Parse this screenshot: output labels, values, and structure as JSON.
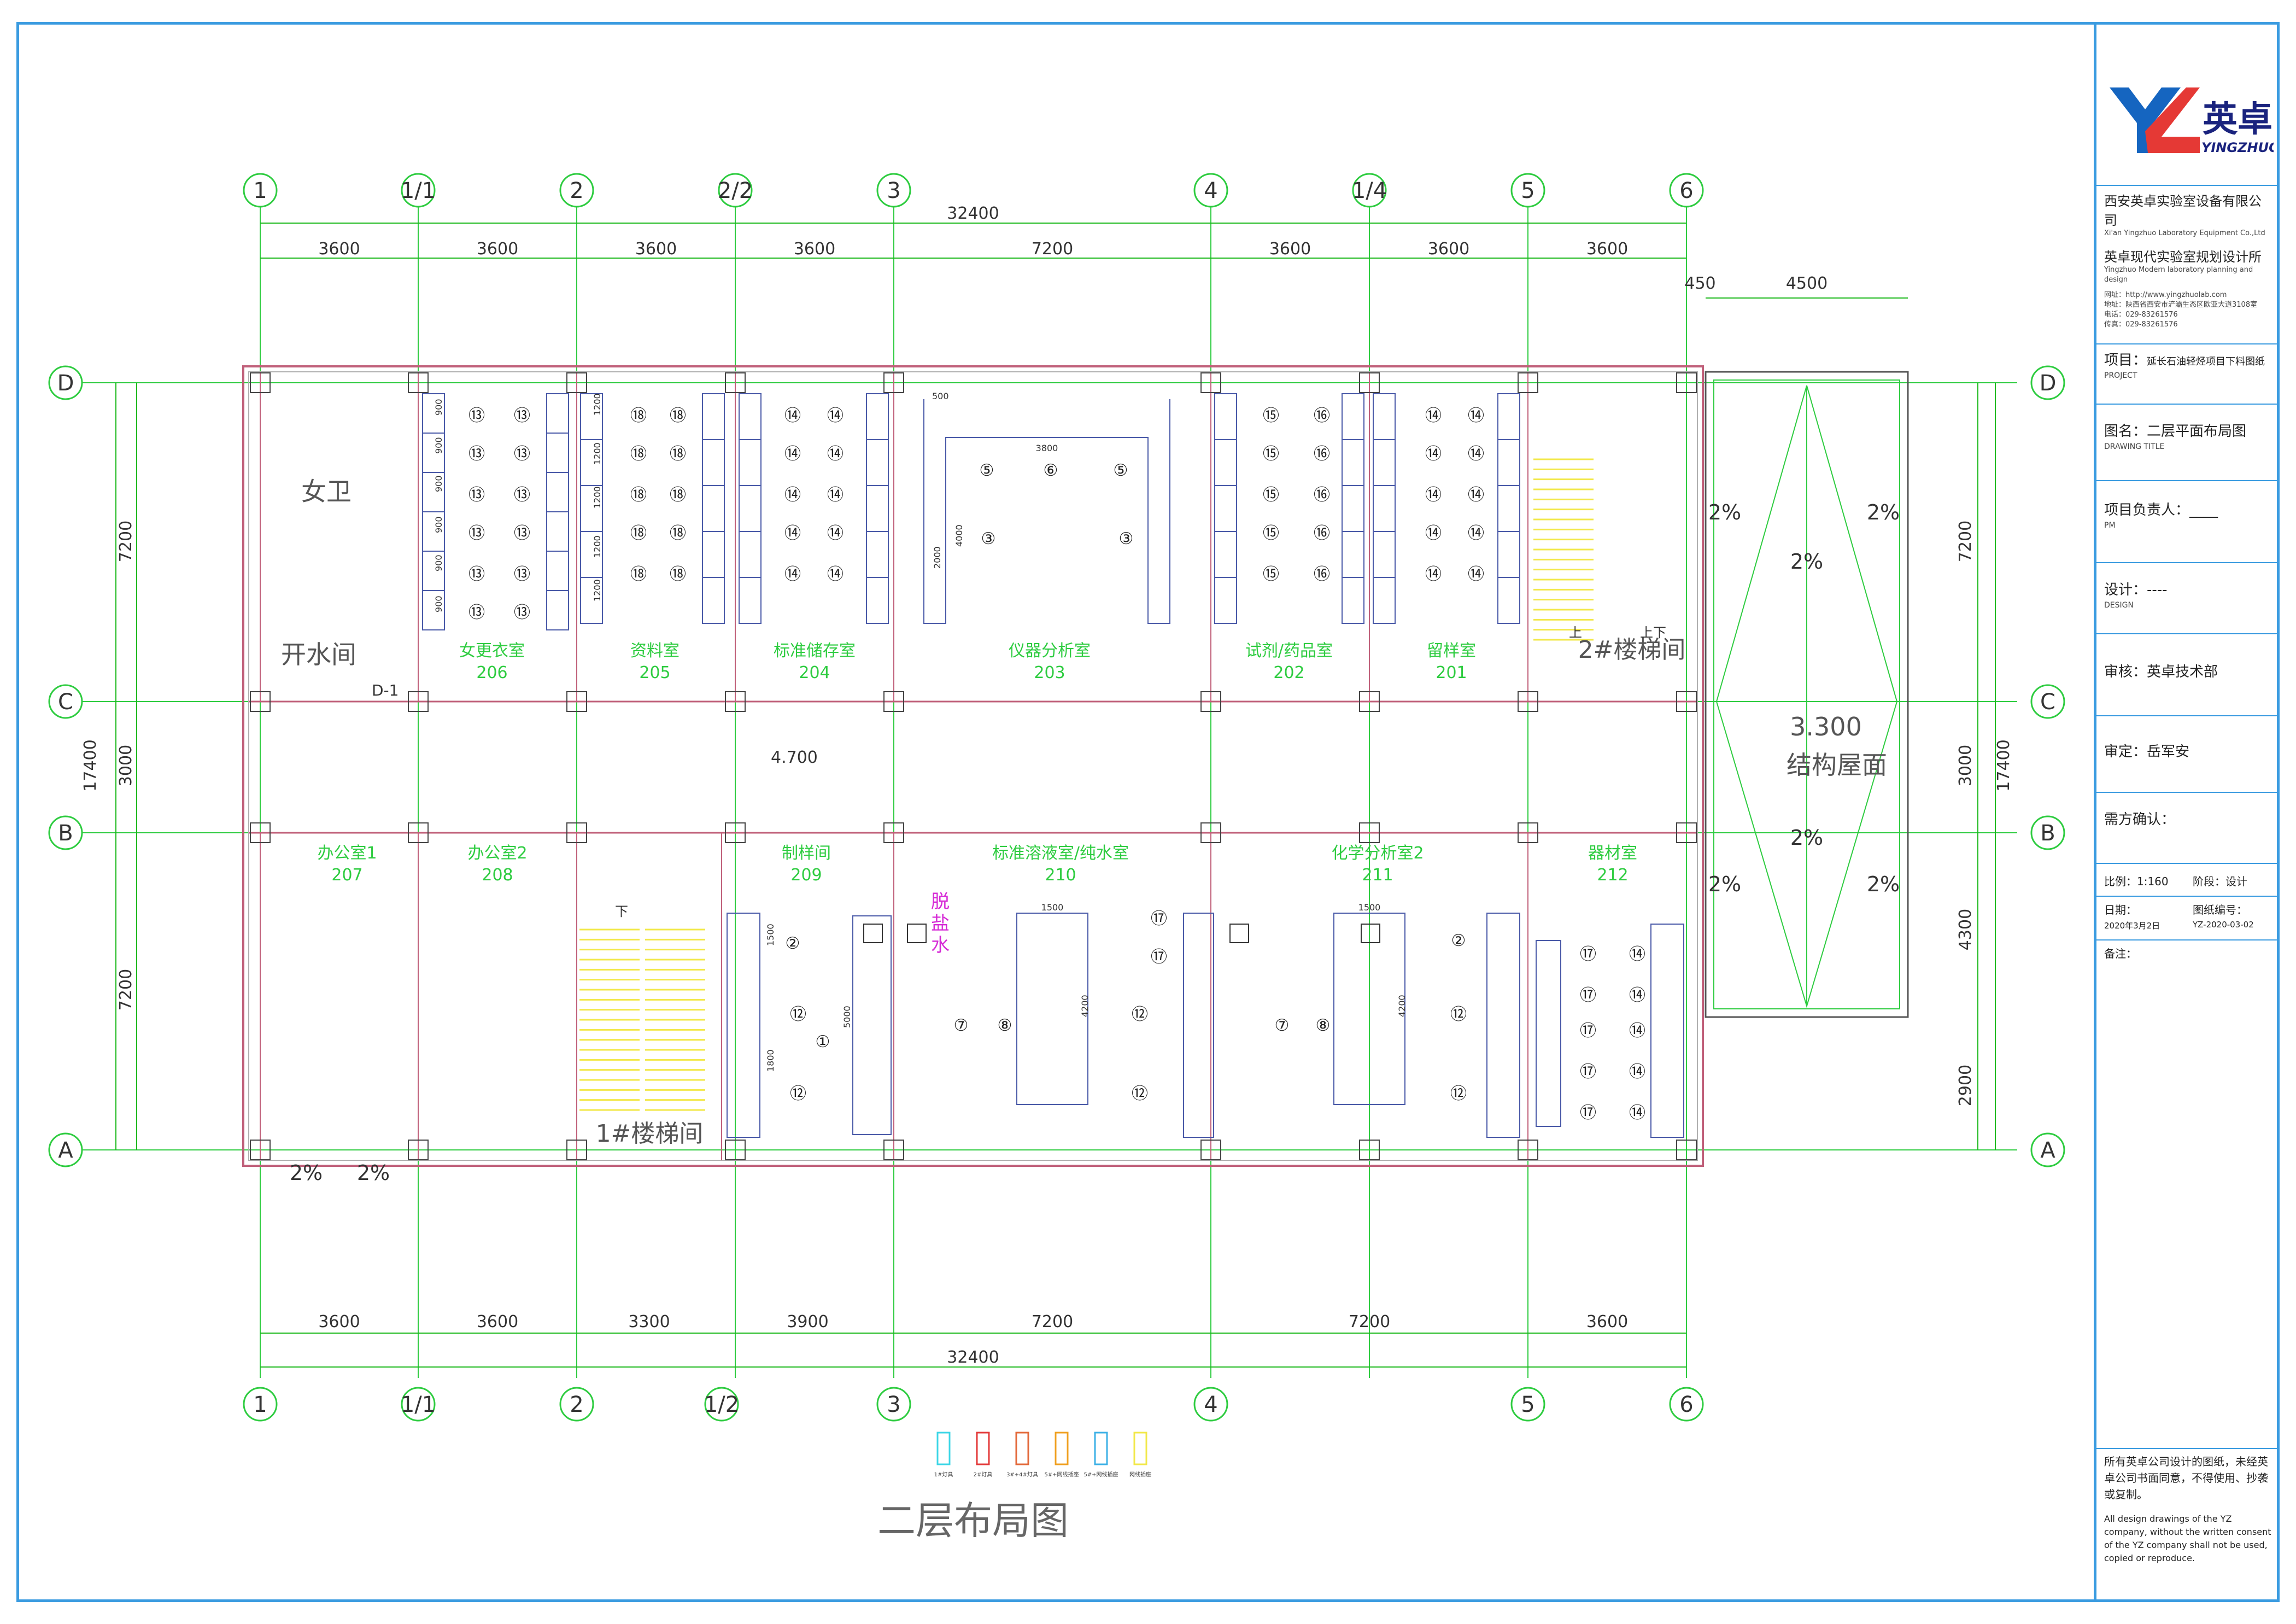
{
  "drawing": {
    "title": "二层布局图",
    "axes_top": [
      "1",
      "1/1",
      "2",
      "2/2",
      "3",
      "4",
      "1/4",
      "5",
      "6"
    ],
    "axes_bottom": [
      "1",
      "1/1",
      "2",
      "1/2",
      "3",
      "4",
      "5",
      "6"
    ],
    "axes_rows": [
      "D",
      "C",
      "B",
      "A"
    ],
    "dims_top_total": "32400",
    "dims_top": [
      "3600",
      "3600",
      "3600",
      "3600",
      "7200",
      "3600",
      "3600",
      "3600"
    ],
    "dims_top_extra": [
      "450",
      "4500"
    ],
    "dims_bottom_total": "32400",
    "dims_bottom": [
      "3600",
      "3600",
      "3300",
      "3900",
      "7200",
      "7200",
      "3600"
    ],
    "dims_left": [
      "7200",
      "3000",
      "7200"
    ],
    "dims_left_total": "17400",
    "dims_right": [
      "7200",
      "3000",
      "4300",
      "2900"
    ],
    "dims_right_total": "17400",
    "rooms_large": {
      "women_wc": "女卫",
      "boiler": "开水间",
      "stair1": "1#楼梯间",
      "stair2": "2#楼梯间",
      "roof_elev": "3.300",
      "roof_label": "结构屋面"
    },
    "rooms": [
      {
        "name": "女更衣室",
        "no": "206"
      },
      {
        "name": "资料室",
        "no": "205"
      },
      {
        "name": "标准储存室",
        "no": "204"
      },
      {
        "name": "仪器分析室",
        "no": "203"
      },
      {
        "name": "试剂/药品室",
        "no": "202"
      },
      {
        "name": "留样室",
        "no": "201"
      },
      {
        "name": "办公室1",
        "no": "207"
      },
      {
        "name": "办公室2",
        "no": "208"
      },
      {
        "name": "制样间",
        "no": "209"
      },
      {
        "name": "标准溶液室/纯水室",
        "no": "210"
      },
      {
        "name": "化学分析室2",
        "no": "211"
      },
      {
        "name": "器材室",
        "no": "212"
      }
    ],
    "misc": {
      "d1": "D-1",
      "elev_corridor": "4.700",
      "desalt": [
        "脱",
        "盐",
        "水"
      ],
      "slope": "2%",
      "stair_up": "上",
      "stair_down": "下",
      "up_down": "上下"
    },
    "markers": {
      "m13": "⑬",
      "m18": "⑱",
      "m14": "⑭",
      "m15": "⑮",
      "m16": "⑯",
      "m5": "⑤",
      "m6": "⑥",
      "m3": "③",
      "m2": "②",
      "m12": "⑫",
      "m1": "①",
      "m7": "⑦",
      "m8": "⑧",
      "m17": "⑰"
    },
    "furniture_dims": {
      "d900": "900",
      "d1200": "1200",
      "d1500": "1500",
      "d1800": "1800",
      "d3800": "3800",
      "d4000": "4000",
      "d2000": "2000",
      "d500": "500",
      "d5000": "5000",
      "d4200": "4200"
    },
    "legend": [
      "1#灯具",
      "2#灯具",
      "3#+4#灯具",
      "5#+网线插座",
      "5#+网线插座",
      "网线插座"
    ],
    "colors": {
      "grid": "#2ecc40",
      "room_label": "#2ecc40",
      "dimension": "#1db91d",
      "wall": "#c0607a",
      "furniture": "#4a5aa8",
      "stair": "#f2e84a",
      "frame": "#3a9be0",
      "desalt": "#d62bd6"
    }
  },
  "title_block": {
    "logo_cn": "英卓",
    "logo_en": "YINGZHUO",
    "company_cn": "西安英卓实验室设备有限公司",
    "company_en": "Xi'an Yingzhuo Laboratory Equipment Co.,Ltd",
    "institute_cn": "英卓现代实验室规划设计所",
    "institute_en": "Yingzhuo Modern laboratory planning and design",
    "website": "网址：http://www.yingzhuolab.com",
    "address": "地址：陕西省西安市浐灞生态区欧亚大道3108室",
    "phone": "电话：029-83261576",
    "fax": "传真：029-83261576",
    "project_label": "项目：",
    "project_value": "延长石油轻烃项目下料图纸",
    "project_en": "PROJECT",
    "drawing_label": "图名：",
    "drawing_value": "二层平面布局图",
    "drawing_en": "DRAWING TITLE",
    "pm_label": "项目负责人：",
    "pm_value": "____",
    "pm_en": "PM",
    "design_label": "设计：",
    "design_value": "----",
    "design_en": "DESIGN",
    "review": "审核：英卓技术部",
    "approve": "审定：岳军安",
    "client_confirm": "需方确认：",
    "scale": "比例：1:160",
    "stage": "阶段：设计",
    "date_label": "日期：",
    "date_value": "2020年3月2日",
    "drawing_no_label": "图纸编号：",
    "drawing_no_value": "YZ-2020-03-02",
    "remarks": "备注：",
    "notice_cn": "所有英卓公司设计的图纸，未经英卓公司书面同意，不得使用、抄袭或复制。",
    "notice_en": "All design drawings of the YZ company, without the written consent of the YZ company shall not be used, copied or reproduce."
  }
}
